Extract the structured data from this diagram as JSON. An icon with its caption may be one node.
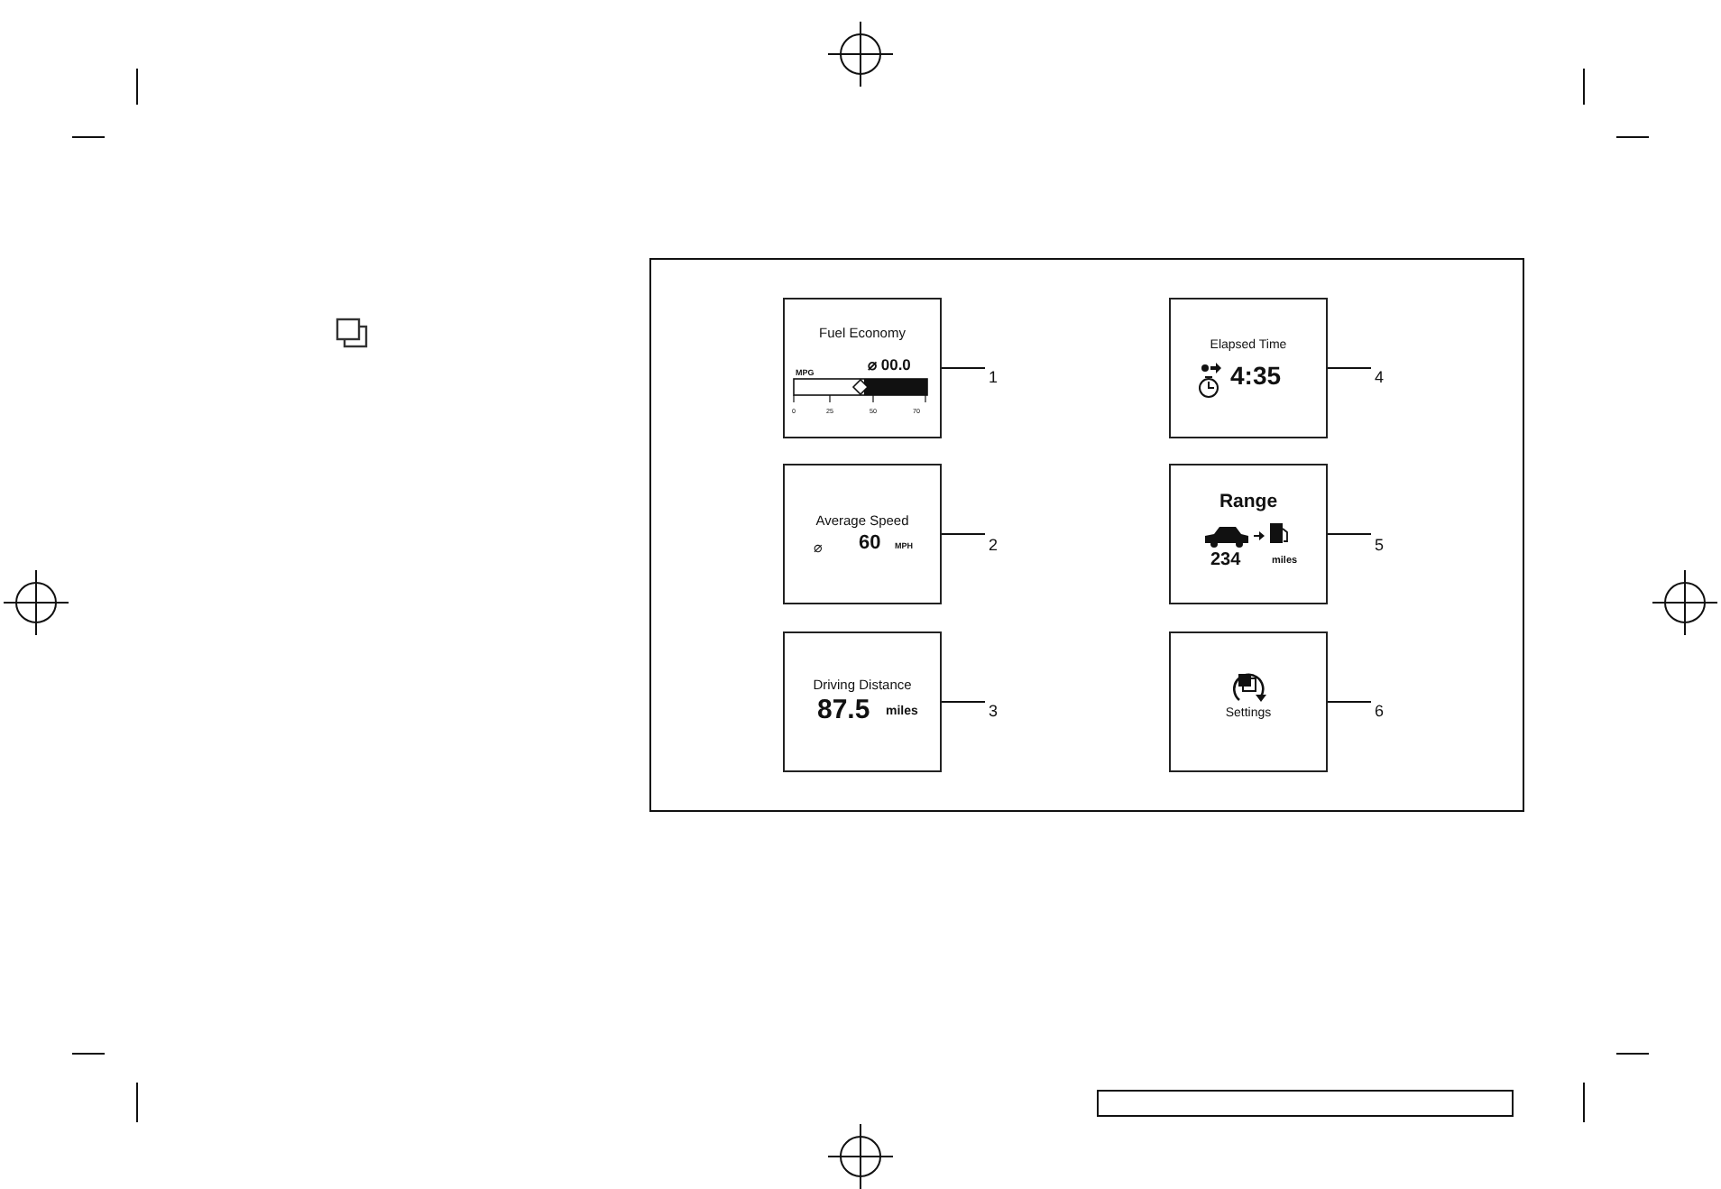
{
  "diagram": {
    "nodes": [
      {
        "text": [
          "Fuel Economy",
          "MPG",
          "⌀ 00.0",
          "0",
          "25",
          "50",
          "70"
        ]
      },
      {
        "text": [
          "Average Speed",
          "⌀",
          "60",
          "MPH"
        ]
      },
      {
        "text": [
          "Driving Distance",
          "87.5",
          "miles"
        ]
      },
      {
        "text": [
          "Elapsed Time",
          "4:35"
        ]
      },
      {
        "text": [
          "Range",
          "234",
          "miles"
        ]
      },
      {
        "text": [
          "Settings"
        ]
      },
      {
        "text": [
          "1"
        ]
      },
      {
        "text": [
          "2"
        ]
      },
      {
        "text": [
          "3"
        ]
      },
      {
        "text": [
          "4"
        ]
      },
      {
        "text": [
          "5"
        ]
      },
      {
        "text": [
          "6"
        ]
      }
    ],
    "edges": [
      {
        "from": 6,
        "to": 0,
        "arrow": "none"
      },
      {
        "from": 7,
        "to": 1,
        "arrow": "none"
      },
      {
        "from": 8,
        "to": 2,
        "arrow": "none"
      },
      {
        "from": 9,
        "to": 3,
        "arrow": "none"
      },
      {
        "from": 10,
        "to": 4,
        "arrow": "none"
      },
      {
        "from": 11,
        "to": 5,
        "arrow": "none"
      }
    ]
  }
}
